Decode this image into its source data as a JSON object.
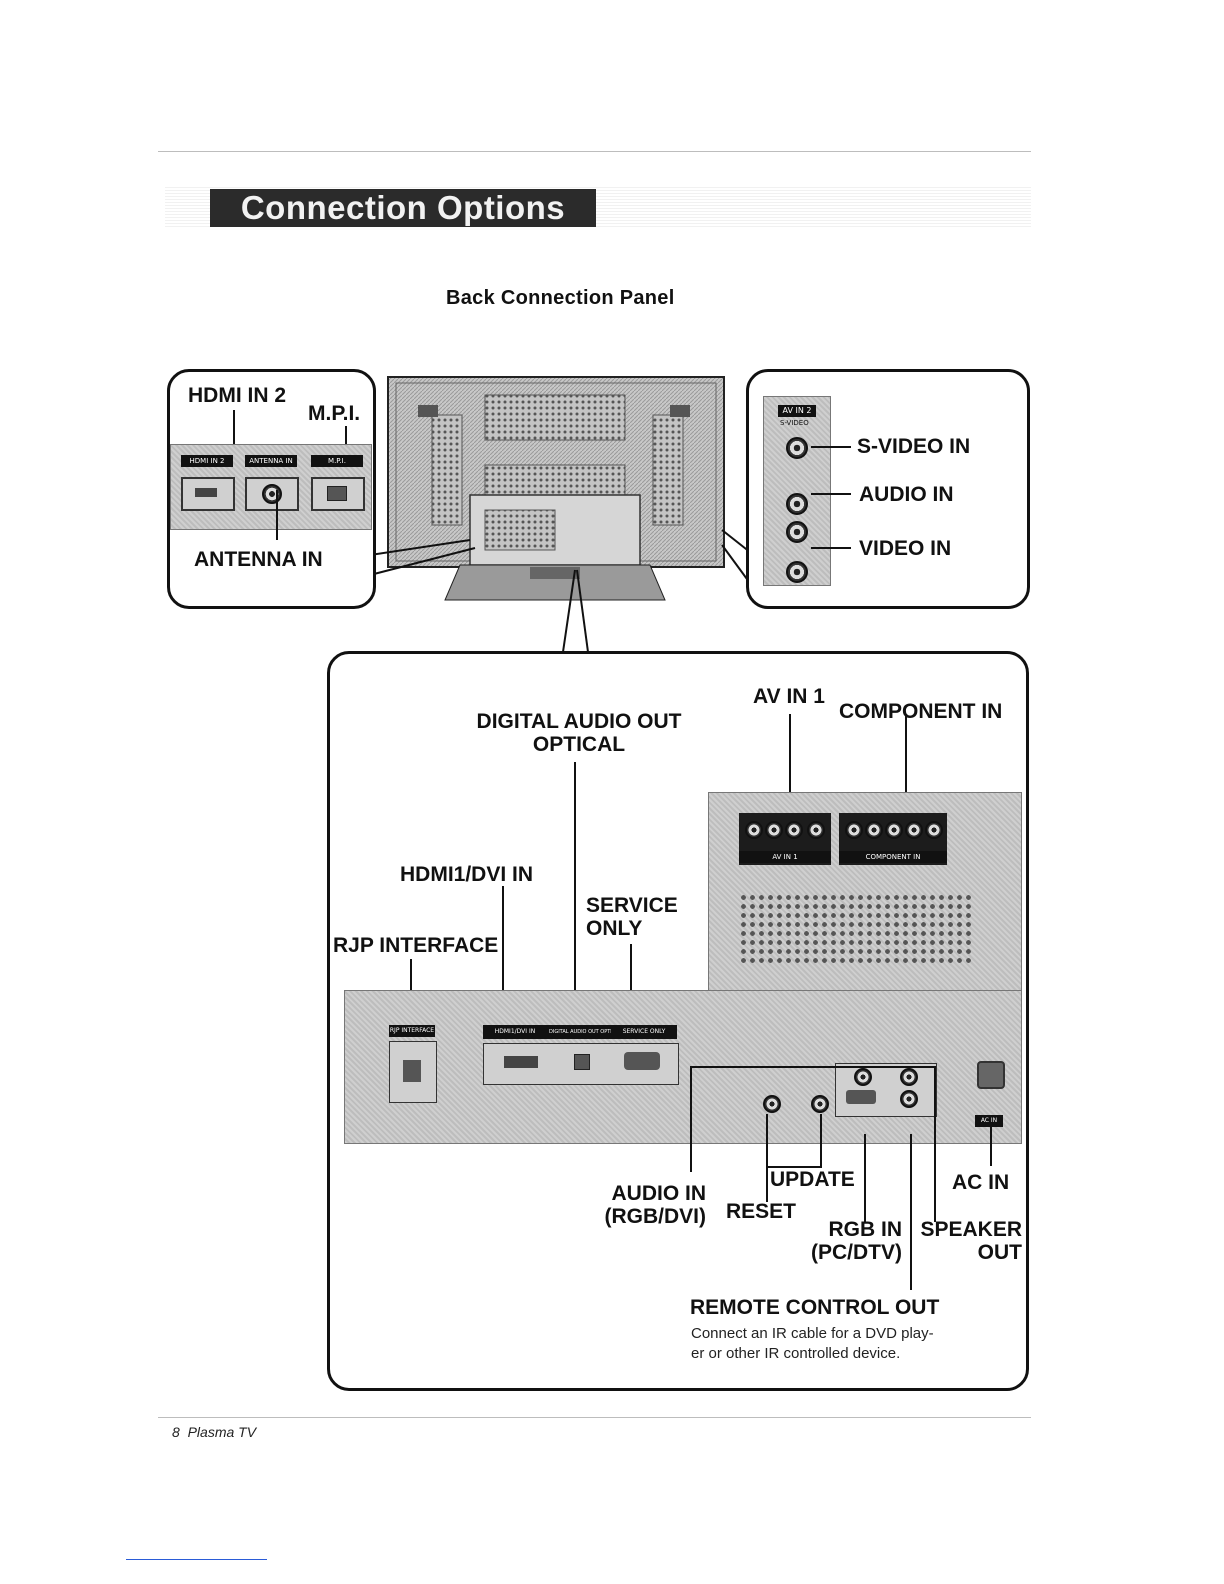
{
  "banner": {
    "title": "Connection Options"
  },
  "panel_title": "Back Connection Panel",
  "left_callout": {
    "hdmi_in_2": "HDMI IN 2",
    "mpi": "M.P.I.",
    "antenna_in": "ANTENNA IN",
    "jack_labels": [
      "HDMI IN 2",
      "ANTENNA IN",
      "M.P.I."
    ]
  },
  "right_callout": {
    "svideo_in": "S-VIDEO IN",
    "audio_in": "AUDIO IN",
    "video_in": "VIDEO IN",
    "panel_tag": "AV IN 2",
    "panel_sub": "S-VIDEO"
  },
  "main_callout": {
    "av_in_1": "AV IN 1",
    "component_in": "COMPONENT IN",
    "digital_audio_out_line1": "DIGITAL AUDIO OUT",
    "digital_audio_out_line2": "OPTICAL",
    "hdmi1_dvi_in": "HDMI1/DVI IN",
    "service_only_line1": "SERVICE",
    "service_only_line2": "ONLY",
    "rjp_interface": "RJP INTERFACE",
    "audio_in_rgb_line1": "AUDIO IN",
    "audio_in_rgb_line2": "(RGB/DVI)",
    "reset": "RESET",
    "update": "UPDATE",
    "rgb_in_line1": "RGB IN",
    "rgb_in_line2": "(PC/DTV)",
    "speaker_out_line1": "SPEAKER",
    "speaker_out_line2": "OUT",
    "ac_in": "AC IN",
    "remote_control_out": "REMOTE CONTROL OUT",
    "remote_note_line1": "Connect an IR cable for a DVD play-",
    "remote_note_line2": "er or other IR controlled device.",
    "jack_labels": {
      "rjp": "RJP INTERFACE",
      "hdmi_dvi": "HDMI1/DVI IN",
      "optical": "DIGITAL AUDIO OUT OPTICAL",
      "service": "SERVICE ONLY",
      "av_in_1": "AV IN 1",
      "component_in": "COMPONENT IN",
      "ac_in": "AC IN"
    }
  },
  "footer": {
    "page": "8",
    "title": "Plasma TV"
  }
}
